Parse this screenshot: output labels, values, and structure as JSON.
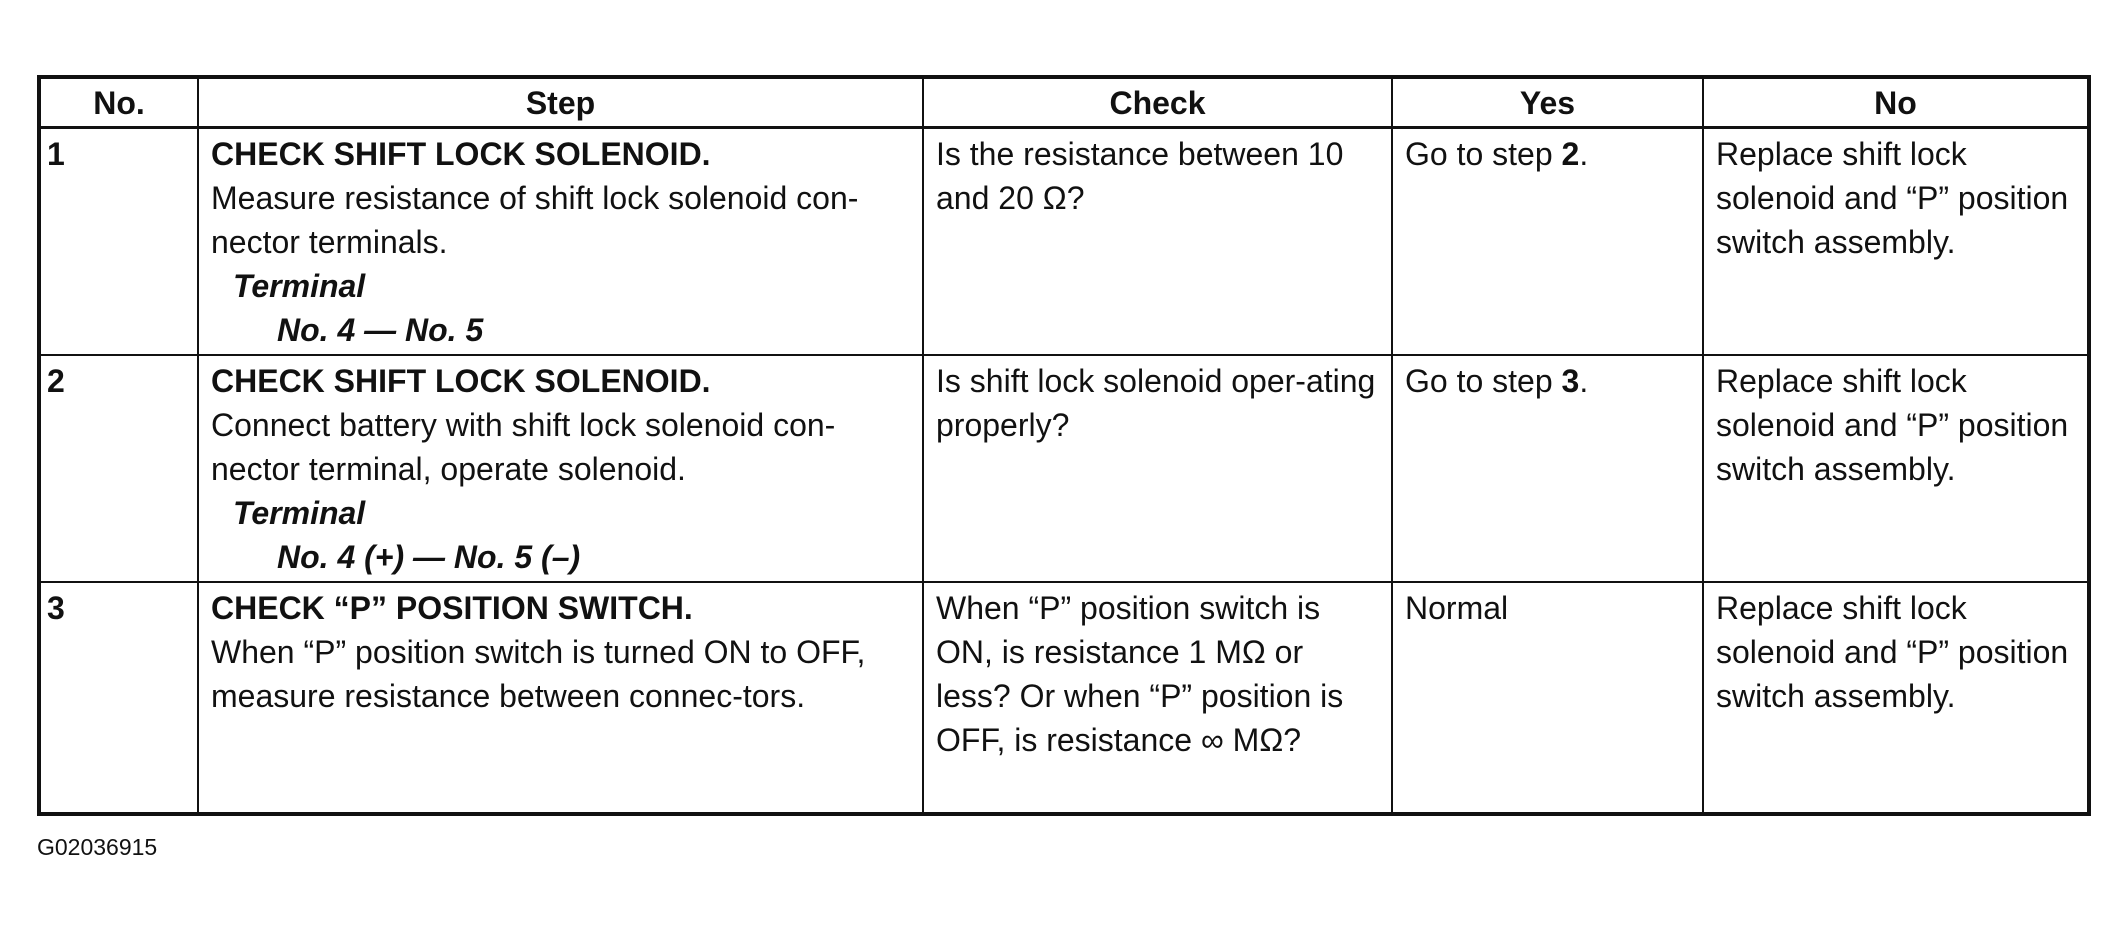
{
  "table": {
    "headers": {
      "no": "No.",
      "step": "Step",
      "check": "Check",
      "yes": "Yes",
      "no_action": "No"
    },
    "rows": [
      {
        "no": "1",
        "step_title": "CHECK SHIFT LOCK SOLENOID.",
        "step_desc": "Measure resistance of shift lock solenoid con-nector terminals.",
        "terminal_label": "Terminal",
        "terminal_value": "No. 4 — No. 5",
        "check": "Is the resistance between 10 and 20 Ω?",
        "yes_prefix": "Go to step ",
        "yes_step": "2",
        "yes_suffix": ".",
        "no_action": "Replace shift lock solenoid and “P” position switch assembly."
      },
      {
        "no": "2",
        "step_title": "CHECK SHIFT LOCK SOLENOID.",
        "step_desc": "Connect battery with shift lock solenoid con-nector terminal, operate solenoid.",
        "terminal_label": "Terminal",
        "terminal_value": "No. 4 (+) — No. 5 (–)",
        "check": "Is shift lock solenoid oper-ating properly?",
        "yes_prefix": "Go to step ",
        "yes_step": "3",
        "yes_suffix": ".",
        "no_action": "Replace shift lock solenoid and “P” position switch assembly."
      },
      {
        "no": "3",
        "step_title": "CHECK “P” POSITION SWITCH.",
        "step_desc": "When “P” position switch is turned ON to OFF, measure resistance between connec-tors.",
        "check": "When “P” position switch is ON, is resistance 1 MΩ or less? Or when “P” position is OFF, is resistance ∞ MΩ?",
        "yes": "Normal",
        "no_action": "Replace shift lock solenoid and “P” position switch assembly."
      }
    ]
  },
  "figure_id": "G02036915"
}
